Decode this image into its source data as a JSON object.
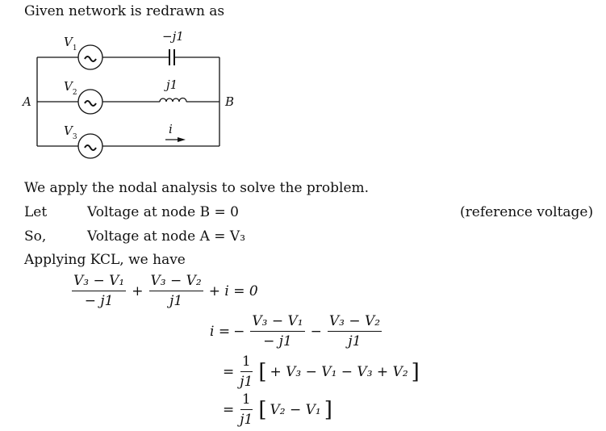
{
  "intro": "Given network is redrawn as",
  "circuit": {
    "v1": "V",
    "v1_sub": "1",
    "v2": "V",
    "v2_sub": "2",
    "v3": "V",
    "v3_sub": "3",
    "cap": "−j1",
    "ind": "j1",
    "current": "i",
    "node_a": "A",
    "node_b": "B",
    "source_symbol": "~"
  },
  "nodal": "We apply the nodal analysis to solve the problem.",
  "let": {
    "label": "Let",
    "text": "Voltage at node B = 0",
    "note": "(reference voltage)"
  },
  "so": {
    "label": "So,",
    "text": "Voltage at node A = V₃"
  },
  "kcl": "Applying KCL, we have",
  "eq1": {
    "n1": "V₃ − V₁",
    "d1": "− j1",
    "plus": "+",
    "n2": "V₃ − V₂",
    "d2": "j1",
    "rest": "+ i = 0"
  },
  "eq2": {
    "lhs": "i =",
    "minus1": "−",
    "n1": "V₃ − V₁",
    "d1": "− j1",
    "minus2": "−",
    "n2": "V₃ − V₂",
    "d2": "j1"
  },
  "eq3": {
    "eq": "=",
    "n": "1",
    "d": "j1",
    "open": "[",
    "body": "+ V₃ − V₁ − V₃ + V₂",
    "close": "]"
  },
  "eq4": {
    "eq": "=",
    "n": "1",
    "d": "j1",
    "open": "[",
    "body": "V₂ − V₁",
    "close": "]"
  }
}
